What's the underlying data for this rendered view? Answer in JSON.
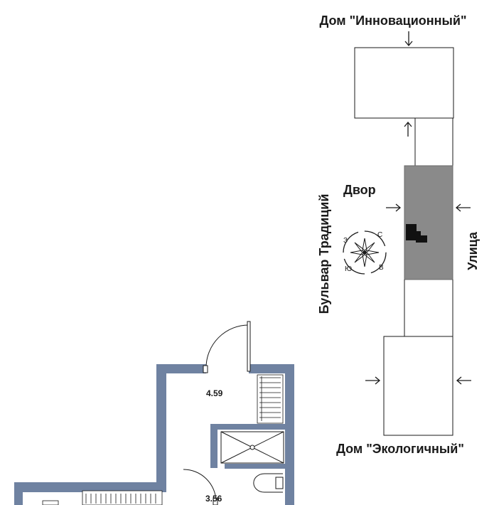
{
  "site_plan": {
    "label_top_building": "Дом \"Инновационный\"",
    "label_bottom_building": "Дом \"Экологичный\"",
    "label_yard": "Двор",
    "label_street": "Улица",
    "label_boulevard": "Бульвар Традиций"
  },
  "compass": {
    "north": "С",
    "east": "В",
    "south": "Ю",
    "west": "З"
  },
  "floor_plan": {
    "room_areas": [
      "4.59",
      "3.56"
    ]
  },
  "colors": {
    "wall": "#6f82a1",
    "highlighted_building": "#8a8a8a",
    "apartment_marker": "#111111",
    "line": "#1a1a1a"
  }
}
